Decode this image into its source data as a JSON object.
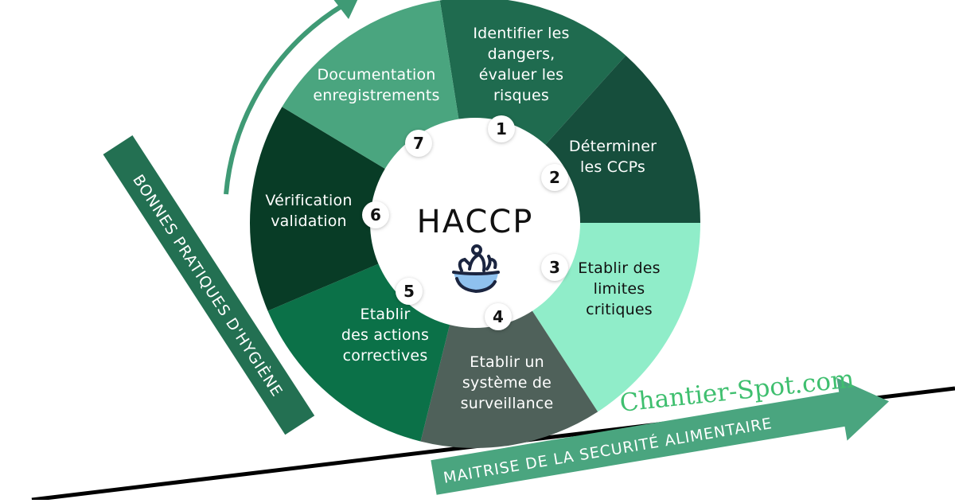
{
  "diagram": {
    "center_title": "HACCP",
    "center_icon": "salad-bowl-icon",
    "steps": [
      {
        "number": "1",
        "lines": [
          "Identifier les",
          "dangers,",
          "évaluer les",
          "risques"
        ],
        "color": "#1f6b4f",
        "text_color": "#ffffff"
      },
      {
        "number": "2",
        "lines": [
          "Déterminer",
          "les CCPs"
        ],
        "color": "#164e3c",
        "text_color": "#ffffff"
      },
      {
        "number": "3",
        "lines": [
          "Etablir des",
          "limites",
          "critiques"
        ],
        "color": "#90edc9",
        "text_color": "#111111"
      },
      {
        "number": "4",
        "lines": [
          "Etablir un",
          "système de",
          "surveillance"
        ],
        "color": "#4f615a",
        "text_color": "#ffffff"
      },
      {
        "number": "5",
        "lines": [
          "Etablir",
          "des actions",
          "correctives"
        ],
        "color": "#0b7148",
        "text_color": "#ffffff"
      },
      {
        "number": "6",
        "lines": [
          "Vérification",
          "validation"
        ],
        "color": "#083c26",
        "text_color": "#ffffff"
      },
      {
        "number": "7",
        "lines": [
          "Documentation",
          "enregistrements"
        ],
        "color": "#4aa57f",
        "text_color": "#ffffff"
      }
    ]
  },
  "banners": {
    "left_vertical": "BONNES PRATIQUES D'HYGIÈNE",
    "bottom_arrow": "MAITRISE DE LA SECURITÉ ALIMENTAIRE"
  },
  "brand": {
    "watermark": "Chantier-Spot.com",
    "color": "#3fbf6f"
  },
  "colors": {
    "banner_left": "#237052",
    "banner_bottom": "#4aa57f",
    "cycle_arrow": "#3f9a75"
  }
}
